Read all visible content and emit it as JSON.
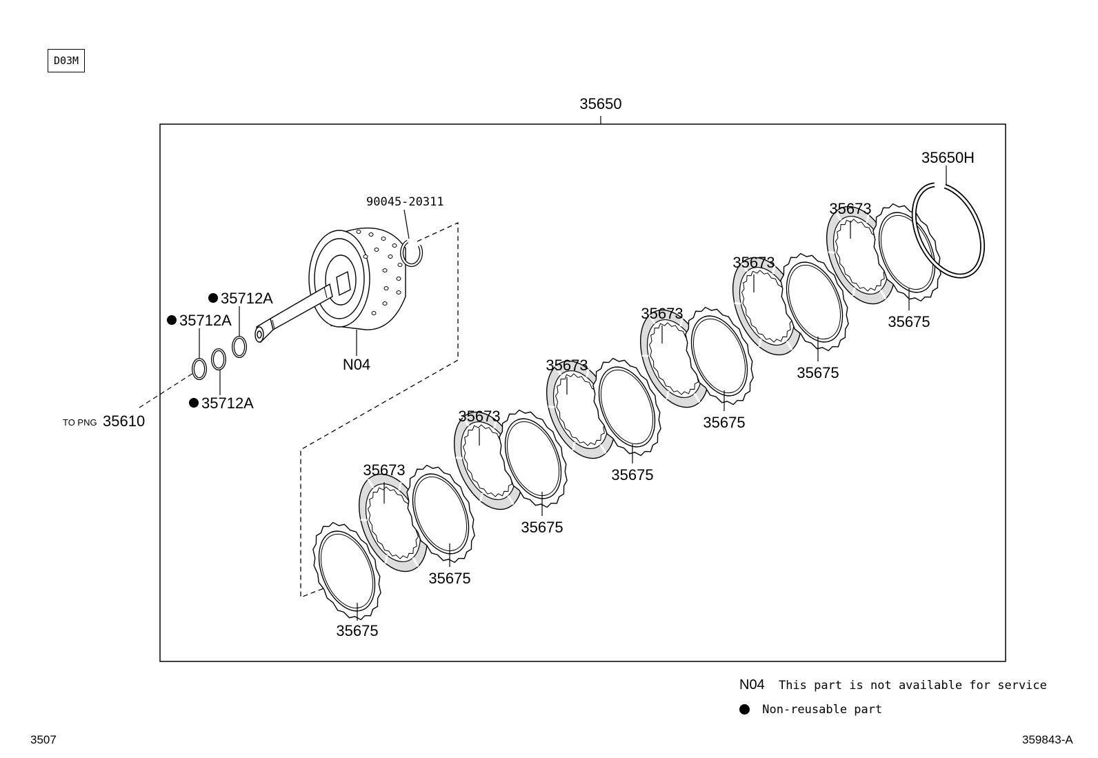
{
  "page_tag": "D03M",
  "assembly": {
    "label": "35650",
    "snap_ring": "35650H",
    "snap_ring_small": "90045-20311",
    "drum": "N04",
    "seal_ring_1": "35712A",
    "seal_ring_2": "35712A",
    "seal_ring_3": "35712A",
    "to_png_prefix": "TO PNG",
    "to_png_ref": "35610",
    "plate_label": "35673",
    "disc_label": "35675"
  },
  "legend": {
    "n04_code": "N04",
    "n04_text": "This part is not available for service",
    "dot_text": "Non-reusable part"
  },
  "footer": {
    "left": "3507",
    "right": "359843-A"
  }
}
